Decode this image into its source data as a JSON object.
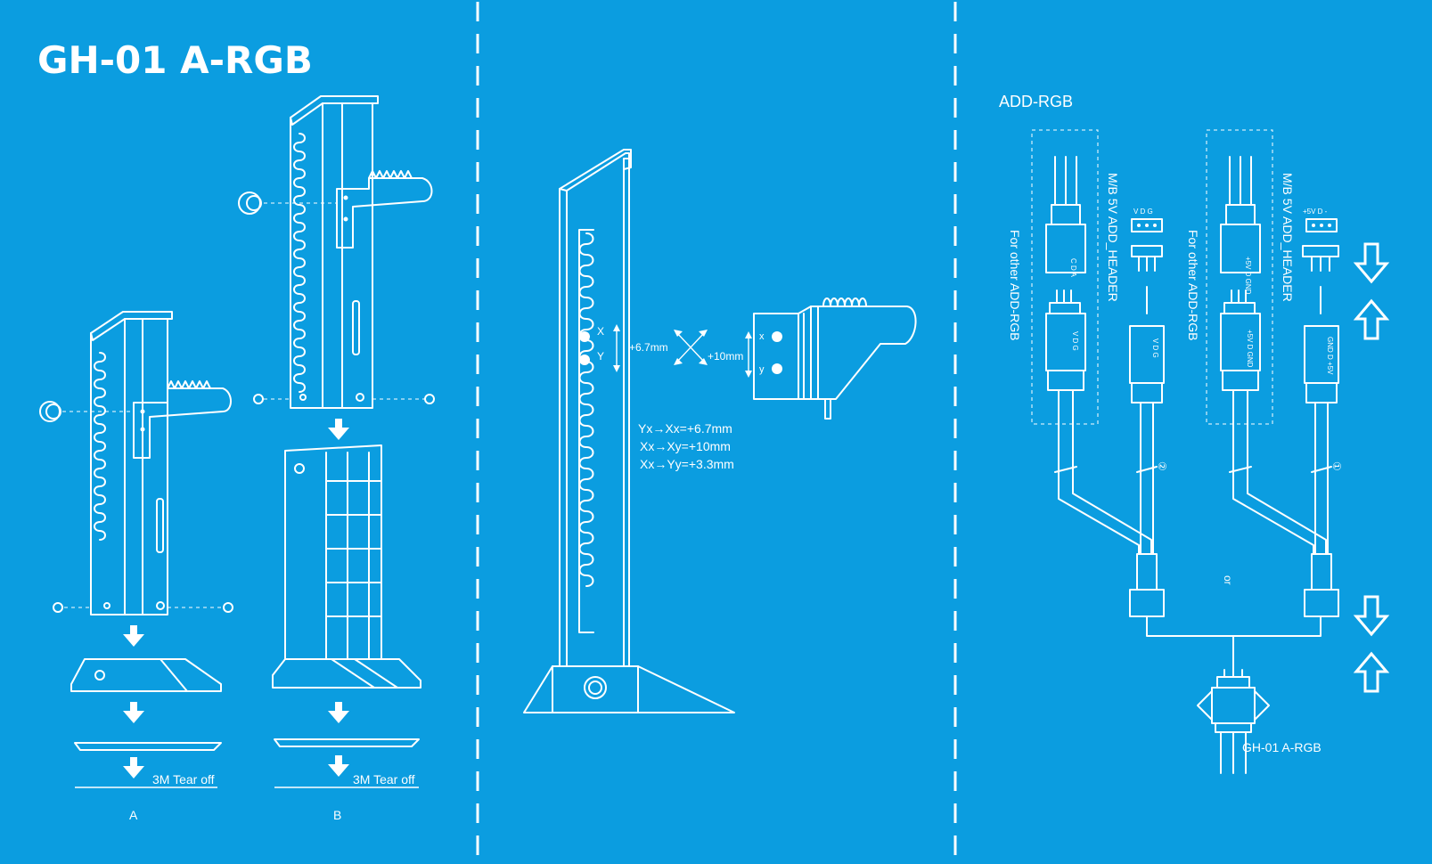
{
  "title": "GH-01 A-RGB",
  "install": {
    "tear_off_a": "3M Tear off",
    "tear_off_b": "3M Tear off",
    "option_a": "A",
    "option_b": "B"
  },
  "adjust": {
    "hole_x": "X",
    "hole_y": "Y",
    "bracket_x": "x",
    "bracket_y": "y",
    "offset_vertical": "+6.7mm",
    "offset_diagonal": "+10mm",
    "formula_1": "Yx→Xx=+6.7mm",
    "formula_2": "Xx→Xy=+10mm",
    "formula_3": "Xx→Yy=+3.3mm"
  },
  "wiring": {
    "header_label": "ADD-RGB",
    "other_label_1": "For other ADD-RGB",
    "other_label_2": "For other ADD-RGB",
    "mb_label_1": "M/B 5V ADD_HEADER",
    "mb_label_2": "M/B 5V ADD_HEADER",
    "pins_left": "V D G",
    "pins_right": "+5V D -",
    "plug_a": "C D A",
    "plug_b": "V D G",
    "plug_c": "V D G",
    "plug_d": "+5V D GND",
    "plug_e": "+5V D GND",
    "plug_f": "GND D +5V",
    "cable_2": "②",
    "cable_1": "①",
    "or_label": "or",
    "device_label": "GH-01 A-RGB"
  }
}
